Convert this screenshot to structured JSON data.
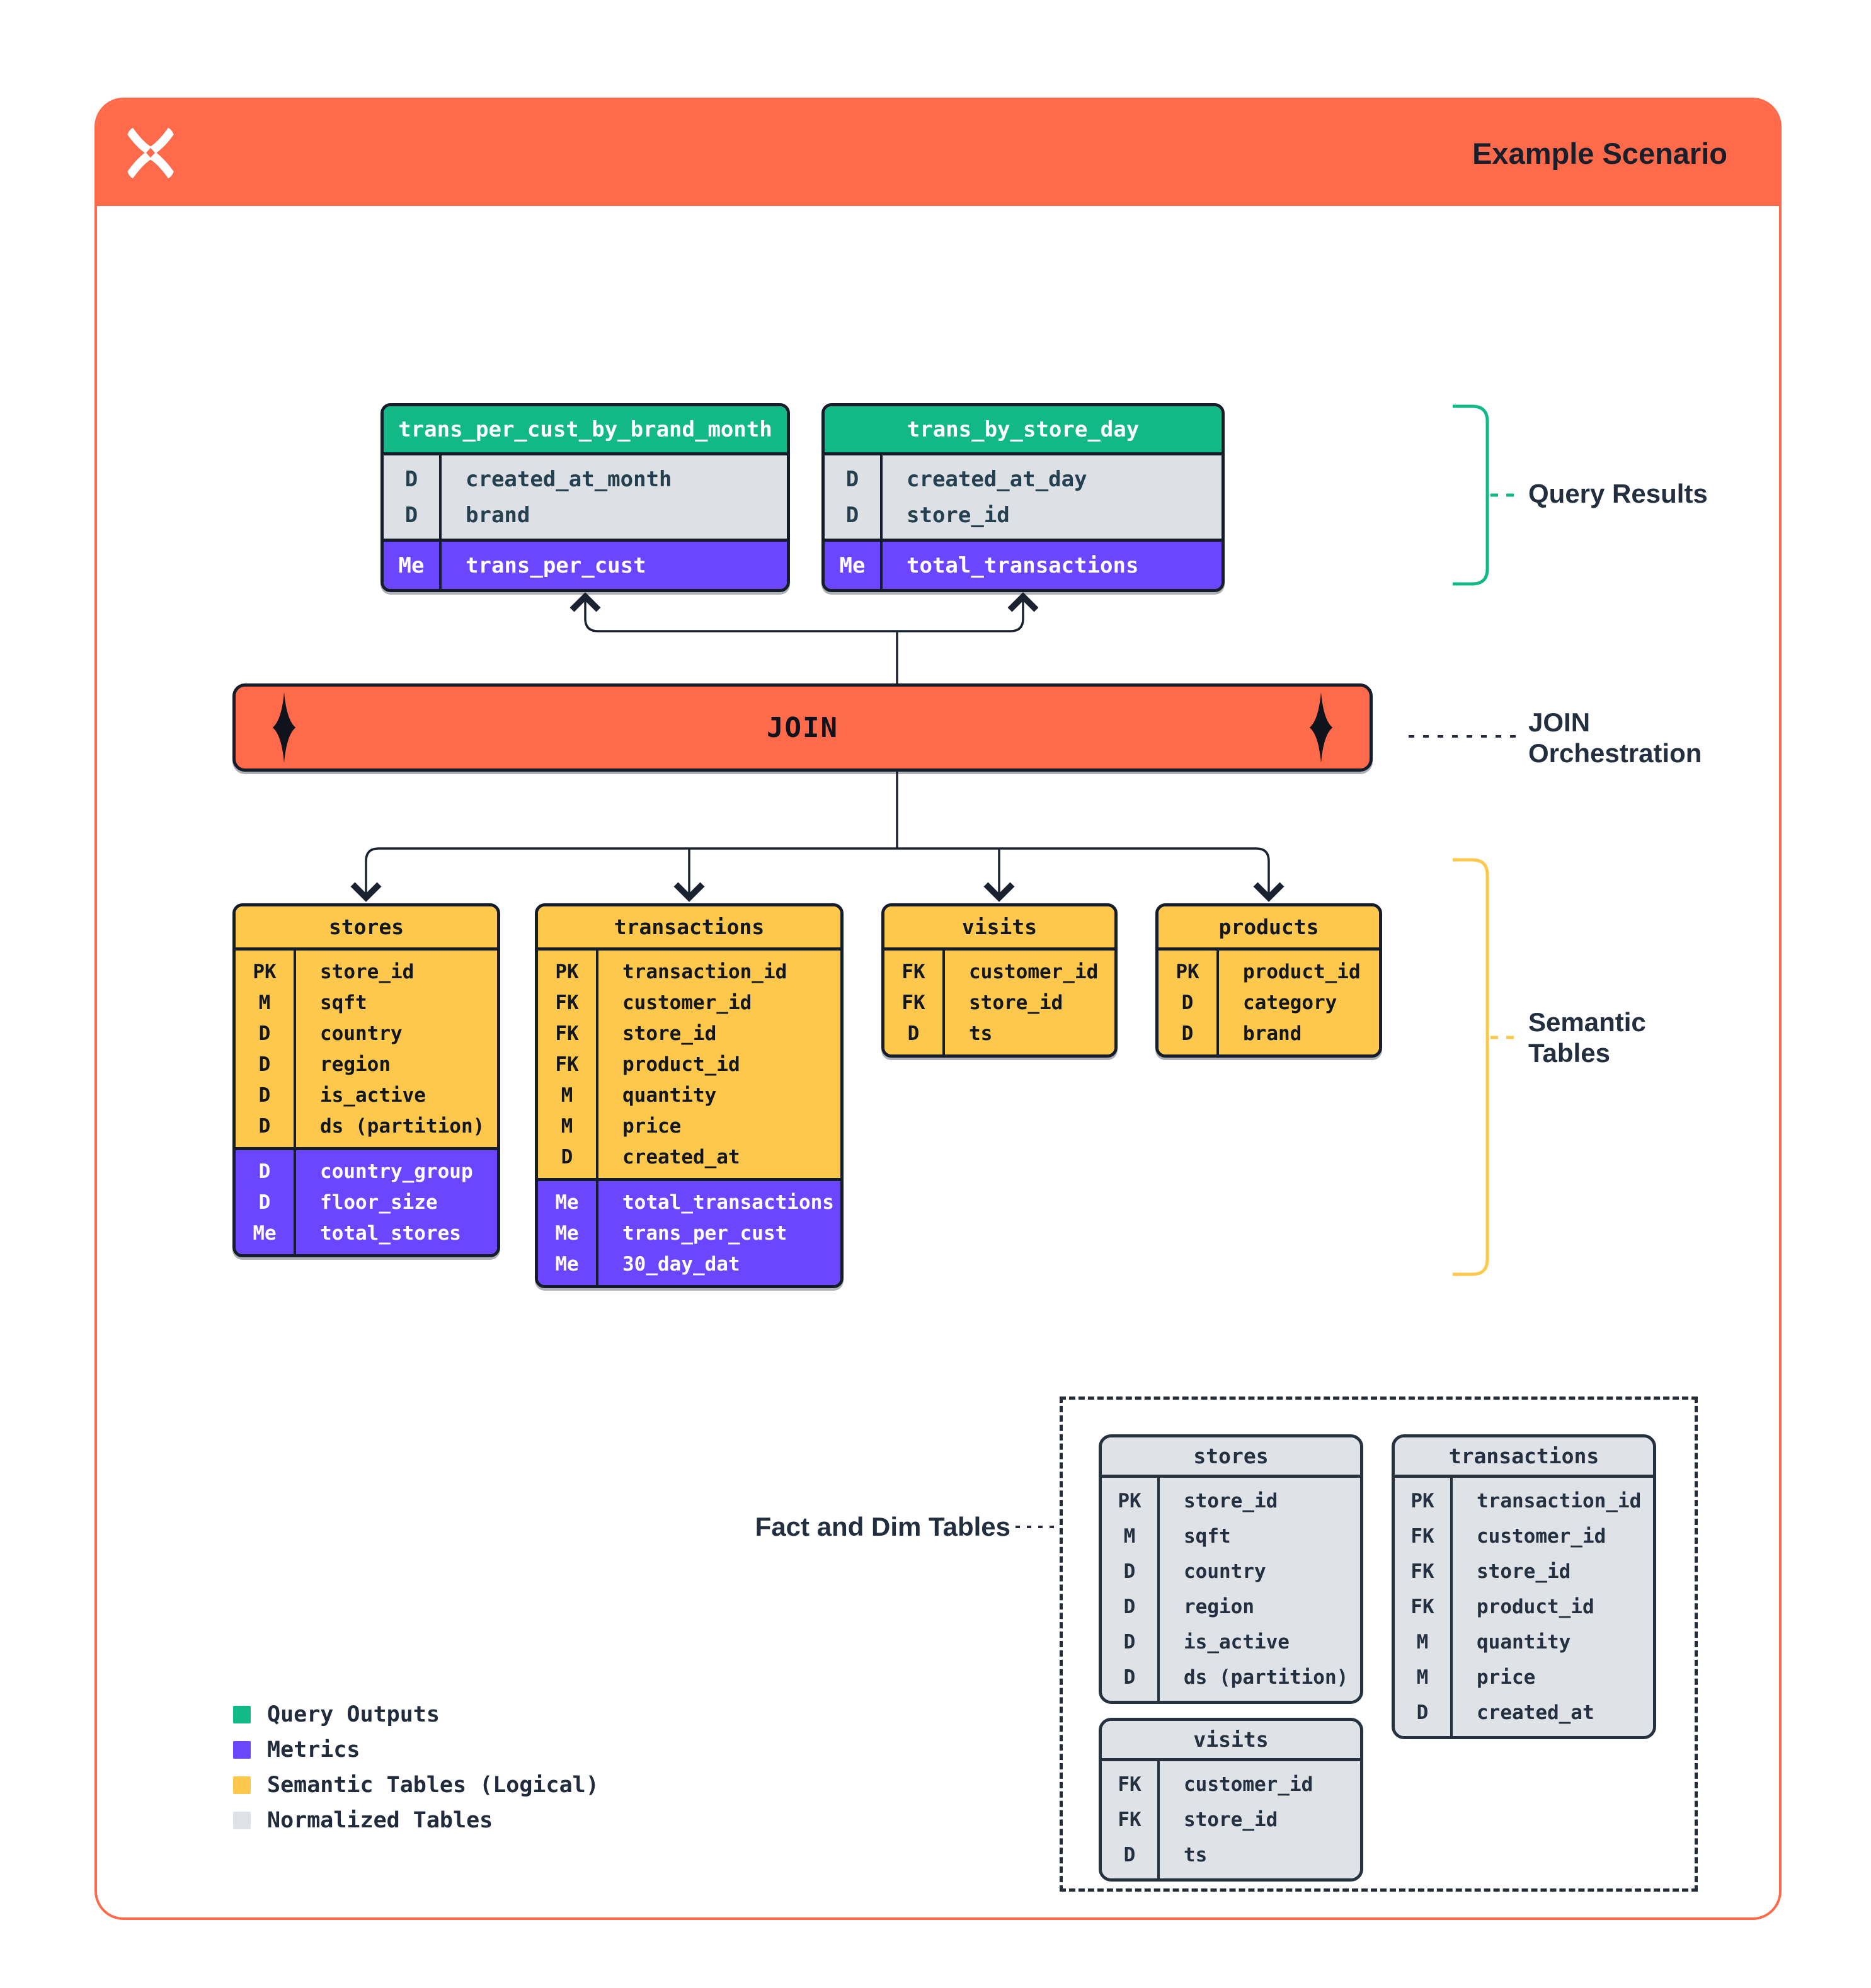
{
  "header": {
    "title": "Example Scenario"
  },
  "join": {
    "label": "JOIN"
  },
  "annotations": {
    "query_results": "Query Results",
    "join_orchestration_line1": "JOIN",
    "join_orchestration_line2": "Orchestration",
    "semantic_tables_line1": "Semantic",
    "semantic_tables_line2": "Tables",
    "fact_dim": "Fact and Dim Tables"
  },
  "colors": {
    "accent_orange": "#FF6A4B",
    "query_green": "#12B886",
    "metric_purple": "#6B46FE",
    "semantic_yellow": "#FDC84B",
    "normalized_gray": "#DFE3E8"
  },
  "legend": {
    "items": [
      {
        "label": "Query Outputs",
        "color": "#12B886"
      },
      {
        "label": "Metrics",
        "color": "#6B46FE"
      },
      {
        "label": "Semantic Tables (Logical)",
        "color": "#FDC84B"
      },
      {
        "label": "Normalized Tables",
        "color": "#DFE3E8"
      }
    ]
  },
  "tables": {
    "query1": {
      "title": "trans_per_cust_by_brand_month",
      "sections": [
        {
          "type": "plain",
          "rows": [
            {
              "k": "D",
              "v": "created_at_month"
            },
            {
              "k": "D",
              "v": "brand"
            }
          ]
        },
        {
          "type": "metric",
          "rows": [
            {
              "k": "Me",
              "v": "trans_per_cust"
            }
          ]
        }
      ]
    },
    "query2": {
      "title": "trans_by_store_day",
      "sections": [
        {
          "type": "plain",
          "rows": [
            {
              "k": "D",
              "v": "created_at_day"
            },
            {
              "k": "D",
              "v": "store_id"
            }
          ]
        },
        {
          "type": "metric",
          "rows": [
            {
              "k": "Me",
              "v": "total_transactions"
            }
          ]
        }
      ]
    },
    "sem_stores": {
      "title": "stores",
      "sections": [
        {
          "type": "plain",
          "rows": [
            {
              "k": "PK",
              "v": "store_id"
            },
            {
              "k": "M",
              "v": "sqft"
            },
            {
              "k": "D",
              "v": "country"
            },
            {
              "k": "D",
              "v": "region"
            },
            {
              "k": "D",
              "v": "is_active"
            },
            {
              "k": "D",
              "v": "ds (partition)"
            }
          ]
        },
        {
          "type": "metric",
          "rows": [
            {
              "k": "D",
              "v": "country_group"
            },
            {
              "k": "D",
              "v": "floor_size"
            },
            {
              "k": "Me",
              "v": "total_stores"
            }
          ]
        }
      ]
    },
    "sem_transactions": {
      "title": "transactions",
      "sections": [
        {
          "type": "plain",
          "rows": [
            {
              "k": "PK",
              "v": "transaction_id"
            },
            {
              "k": "FK",
              "v": "customer_id"
            },
            {
              "k": "FK",
              "v": "store_id"
            },
            {
              "k": "FK",
              "v": "product_id"
            },
            {
              "k": "M",
              "v": "quantity"
            },
            {
              "k": "M",
              "v": "price"
            },
            {
              "k": "D",
              "v": "created_at"
            }
          ]
        },
        {
          "type": "metric",
          "rows": [
            {
              "k": "Me",
              "v": "total_transactions"
            },
            {
              "k": "Me",
              "v": "trans_per_cust"
            },
            {
              "k": "Me",
              "v": "30_day_dat"
            }
          ]
        }
      ]
    },
    "sem_visits": {
      "title": "visits",
      "sections": [
        {
          "type": "plain",
          "rows": [
            {
              "k": "FK",
              "v": "customer_id"
            },
            {
              "k": "FK",
              "v": "store_id"
            },
            {
              "k": "D",
              "v": "ts"
            }
          ]
        }
      ]
    },
    "sem_products": {
      "title": "products",
      "sections": [
        {
          "type": "plain",
          "rows": [
            {
              "k": "PK",
              "v": "product_id"
            },
            {
              "k": "D",
              "v": "category"
            },
            {
              "k": "D",
              "v": "brand"
            }
          ]
        }
      ]
    },
    "norm_stores": {
      "title": "stores",
      "sections": [
        {
          "type": "plain",
          "rows": [
            {
              "k": "PK",
              "v": "store_id"
            },
            {
              "k": "M",
              "v": "sqft"
            },
            {
              "k": "D",
              "v": "country"
            },
            {
              "k": "D",
              "v": "region"
            },
            {
              "k": "D",
              "v": "is_active"
            },
            {
              "k": "D",
              "v": "ds (partition)"
            }
          ]
        }
      ]
    },
    "norm_transactions": {
      "title": "transactions",
      "sections": [
        {
          "type": "plain",
          "rows": [
            {
              "k": "PK",
              "v": "transaction_id"
            },
            {
              "k": "FK",
              "v": "customer_id"
            },
            {
              "k": "FK",
              "v": "store_id"
            },
            {
              "k": "FK",
              "v": "product_id"
            },
            {
              "k": "M",
              "v": "quantity"
            },
            {
              "k": "M",
              "v": "price"
            },
            {
              "k": "D",
              "v": "created_at"
            }
          ]
        }
      ]
    },
    "norm_visits": {
      "title": "visits",
      "sections": [
        {
          "type": "plain",
          "rows": [
            {
              "k": "FK",
              "v": "customer_id"
            },
            {
              "k": "FK",
              "v": "store_id"
            },
            {
              "k": "D",
              "v": "ts"
            }
          ]
        }
      ]
    }
  }
}
